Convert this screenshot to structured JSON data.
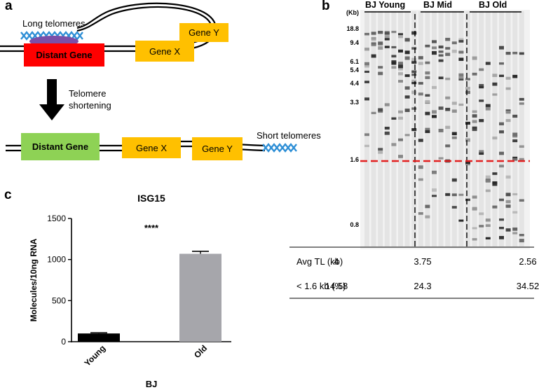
{
  "panels": {
    "a": "a",
    "b": "b",
    "c": "c"
  },
  "panel_a": {
    "long_telomeres": "Long telomeres",
    "short_telomeres": "Short telomeres",
    "distant_gene": "Distant Gene",
    "gene_x": "Gene X",
    "gene_y": "Gene Y",
    "arrow_label_1": "Telomere",
    "arrow_label_2": "shortening",
    "colors": {
      "distant_gene_long": "#ff0000",
      "distant_gene_short": "#8ed255",
      "gene": "#ffc000",
      "telomere": "#2e8fd6",
      "protein": "#7b4fa8"
    }
  },
  "panel_b": {
    "kb_unit": "(Kb)",
    "kb_labels": [
      "18.8",
      "9.4",
      "6.1",
      "5.4",
      "4.4",
      "3.3",
      "1.6",
      "0.8"
    ],
    "groups": [
      "BJ Young",
      "BJ Mid",
      "BJ Old"
    ],
    "table": {
      "rows": [
        {
          "label": "Avg TL (kb)",
          "values": [
            "4",
            "3.75",
            "2.56"
          ]
        },
        {
          "label": "< 1.6 kb (%)",
          "values": [
            "14.58",
            "24.3",
            "34.52"
          ]
        }
      ]
    }
  },
  "chart_data": {
    "type": "bar",
    "title": "ISG15",
    "categories": [
      "Young",
      "Old"
    ],
    "values": [
      100,
      1070
    ],
    "errors": [
      8,
      30
    ],
    "xlabel": "BJ",
    "ylabel": "Molecules/10ng RNA",
    "ylim": [
      0,
      1500
    ],
    "yticks": [
      0,
      500,
      1000,
      1500
    ],
    "annotation": "****",
    "colors": [
      "#000000",
      "#a6a6ab"
    ]
  }
}
